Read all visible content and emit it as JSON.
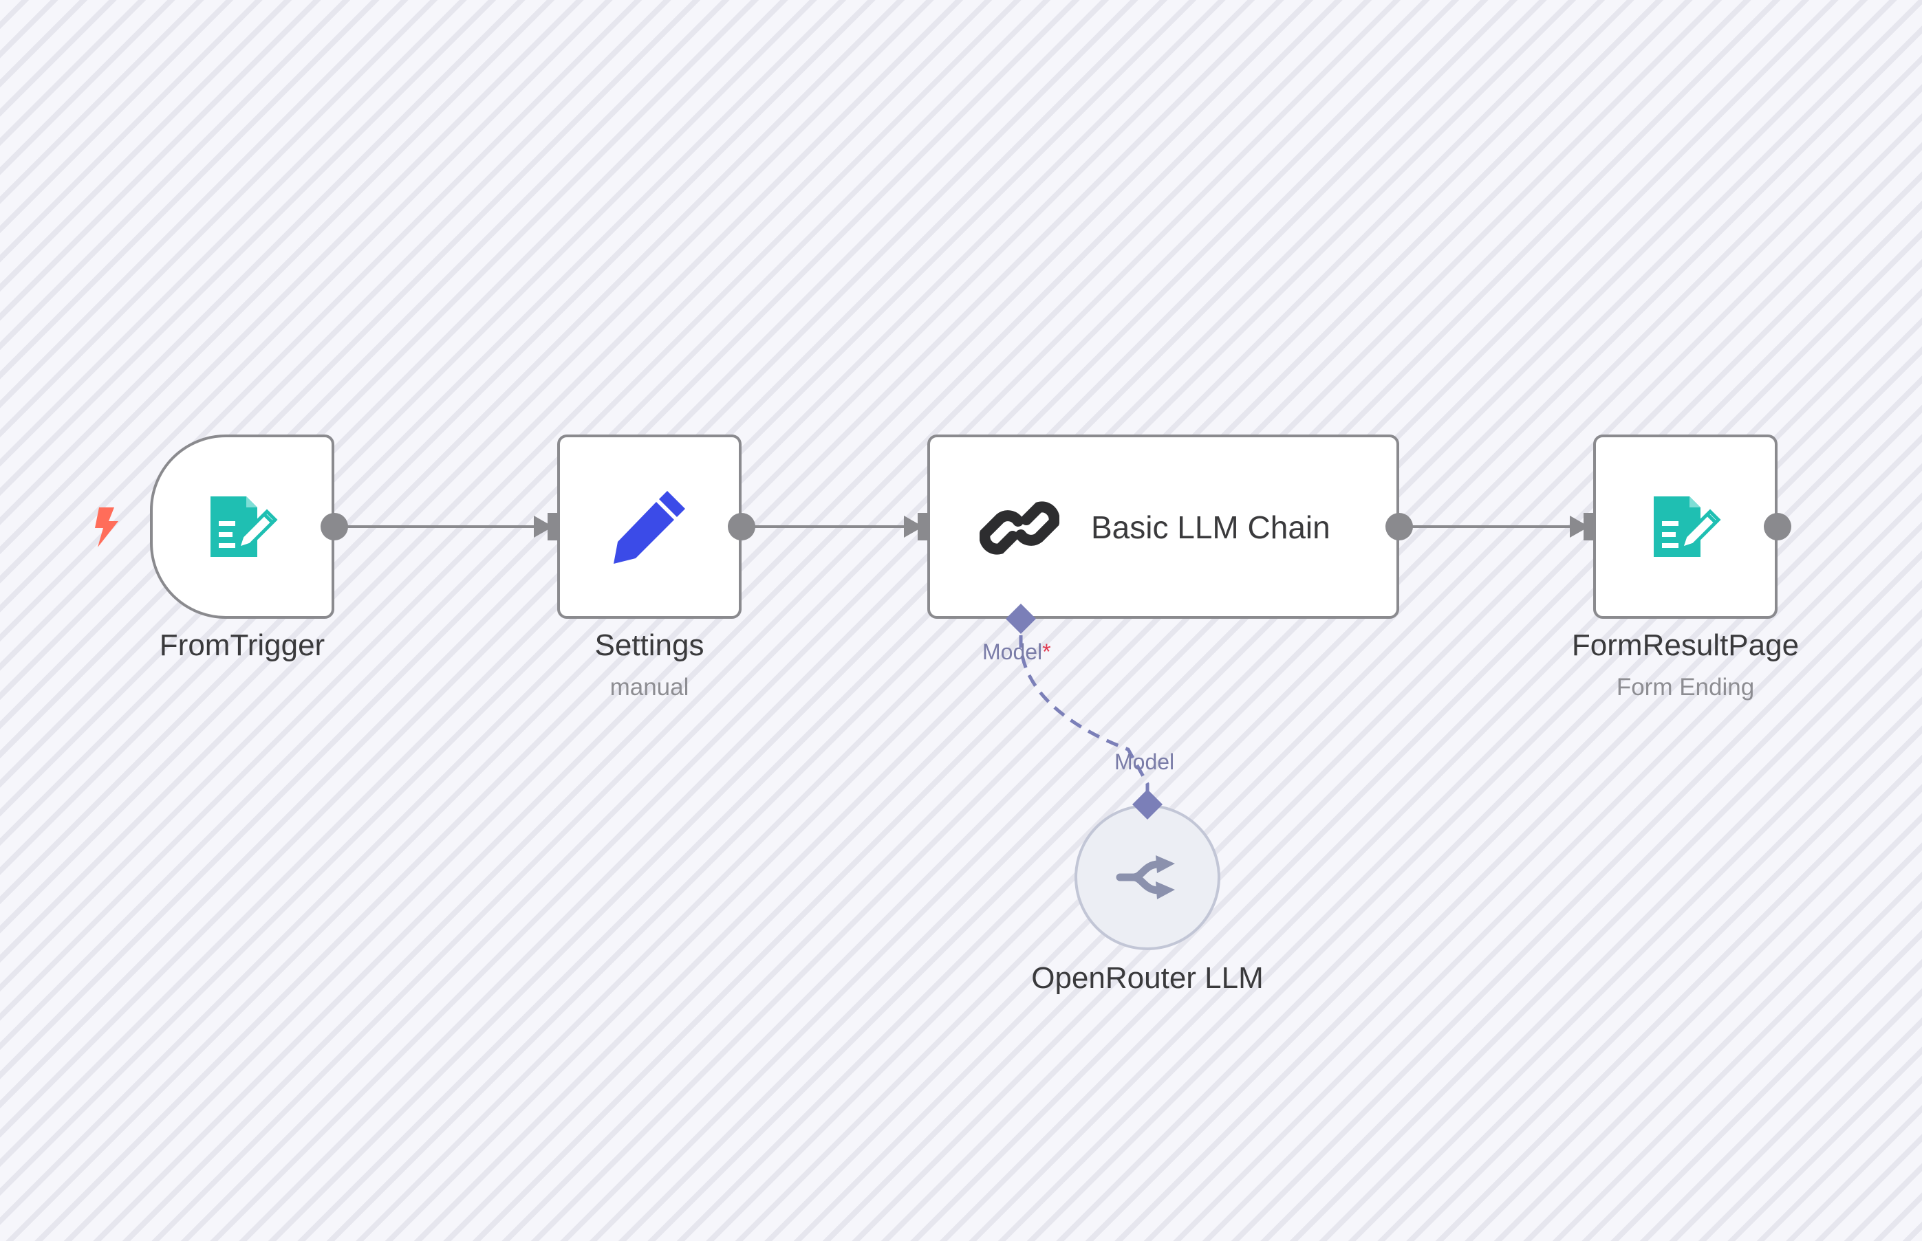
{
  "diagram": {
    "nodes": [
      {
        "id": "from-trigger",
        "title": "FromTrigger",
        "icon": "form-icon"
      },
      {
        "id": "settings",
        "title": "Settings",
        "subtitle": "manual",
        "icon": "pencil-icon"
      },
      {
        "id": "basic-llm-chain",
        "title": "Basic LLM Chain",
        "icon": "link-icon"
      },
      {
        "id": "form-result-page",
        "title": "FormResultPage",
        "subtitle": "Form Ending",
        "icon": "form-icon"
      },
      {
        "id": "openrouter-llm",
        "title": "OpenRouter LLM",
        "icon": "openrouter-icon"
      }
    ],
    "ports": {
      "chain_model_label": "Model",
      "chain_model_required": "*",
      "llm_model_label": "Model"
    },
    "colors": {
      "trigger_bolt": "#ff6d5a",
      "form_icon": "#1fbfb2",
      "pencil_icon": "#3b4be8",
      "model_port": "#7b7fb8",
      "node_border": "#8a8a8e",
      "connection": "#8a8a8e"
    }
  }
}
